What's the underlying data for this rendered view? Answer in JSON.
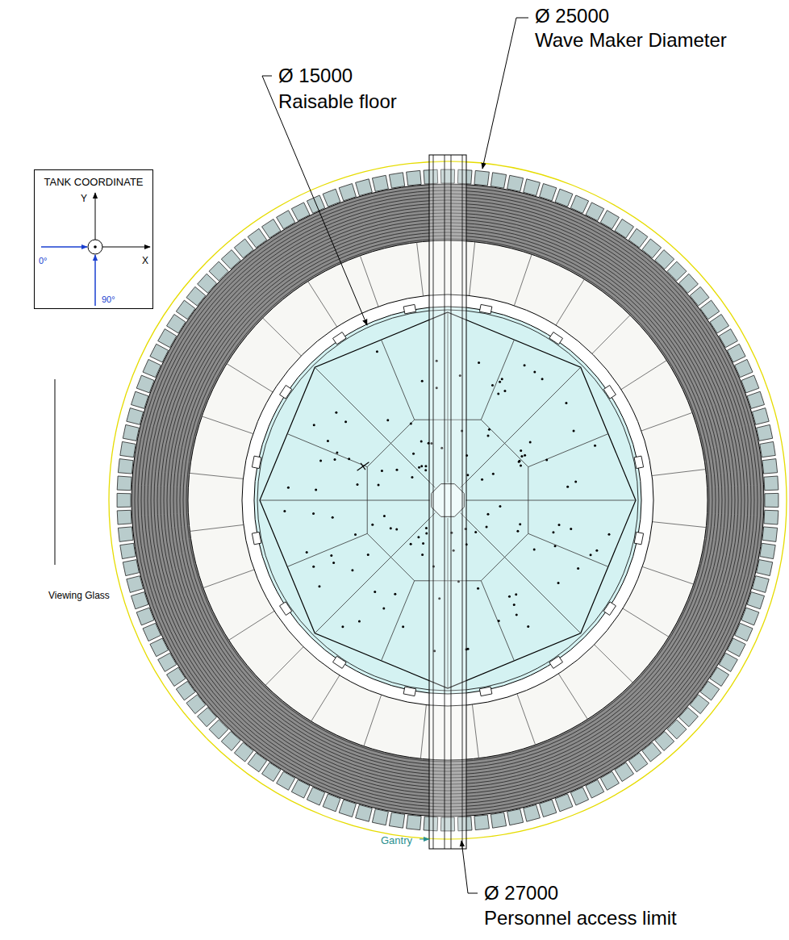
{
  "diagram": {
    "nodes": [
      {
        "text": [
          "TANK COORDINATE",
          "Y",
          "X",
          "0°",
          "90°"
        ]
      }
    ],
    "labels": [
      "Ø 25000",
      "Wave Maker Diameter",
      "Ø 15000",
      "Raisable floor",
      "Viewing Glass",
      "Gantry",
      "Ø 27000",
      "Personnel access limit"
    ]
  }
}
